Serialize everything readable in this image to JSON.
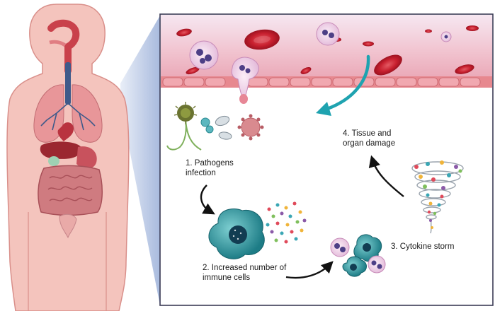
{
  "steps": {
    "step1": "1. Pathogens\ninfection",
    "step2": "2. Increased number of\nimmune cells",
    "step3": "3. Cytokine storm",
    "step4": "4. Tissue and\norgan damage"
  },
  "colors": {
    "skin": "#f4c4bd",
    "skin_outline": "#d98f8a",
    "blood_vessel_bg": "#f3c6cf",
    "red_blood_cell": "#c8202f",
    "immune_cell": "#2a8a92",
    "arrow_teal": "#1fa3b0",
    "panel_border": "#3b3b55",
    "connector": "#b7c6e3"
  }
}
